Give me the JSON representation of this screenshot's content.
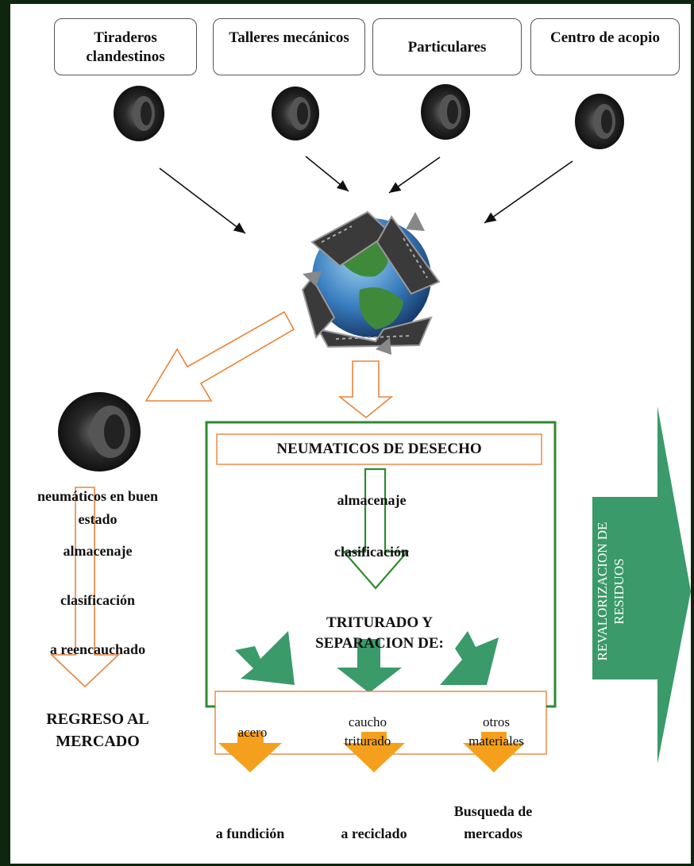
{
  "sources": [
    "Tiraderos clandestinos",
    "Talleres mecánicos",
    "Particulares",
    "Centro de acopio"
  ],
  "left_column": {
    "good_tires": "neumáticos en buen estado",
    "storage": "almacenaje",
    "classification": "clasificación",
    "retread": "a reencauchado",
    "result": "REGRESO AL MERCADO"
  },
  "center_box": {
    "title": "NEUMATICOS DE DESECHO",
    "storage": "almacenaje",
    "classification": "clasificación",
    "shredding": "TRITURADO Y SEPARACION DE:",
    "materials": [
      "acero",
      "caucho triturado",
      "otros materiales"
    ]
  },
  "destinations": [
    "a fundición",
    "a reciclado",
    "Busqueda de mercados"
  ],
  "side_arrow": "REVALORIZACION DE RESIDUOS",
  "colors": {
    "border_dark": "#0d260d",
    "green_frame": "#2e8b2e",
    "green_arrow": "#3a9a6a",
    "orange_outline": "#e8843a",
    "orange_fill": "#f5a01c",
    "arrow_black": "#111111"
  }
}
